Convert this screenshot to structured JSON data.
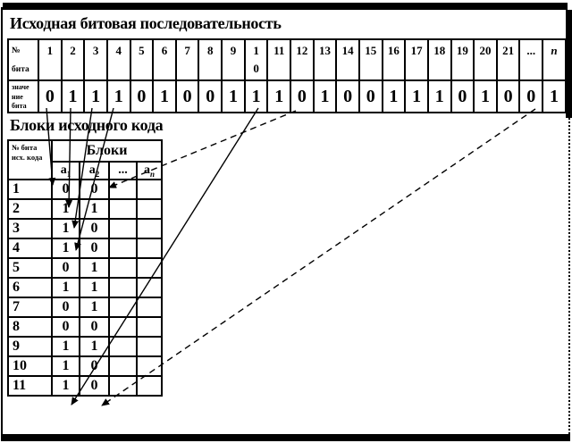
{
  "titles": {
    "sequence": "Исходная битовая последовательность",
    "blocks": "Блоки исходного кода"
  },
  "bit_table": {
    "row_headers": {
      "number_lines": [
        "№",
        "бита"
      ],
      "value_lines": [
        "значе",
        "ние",
        "бита"
      ]
    },
    "bit_numbers": [
      "1",
      "2",
      "3",
      "4",
      "5",
      "6",
      "7",
      "8",
      "9",
      "1\n0",
      "11",
      "12",
      "13",
      "14",
      "15",
      "16",
      "17",
      "18",
      "19",
      "20",
      "21",
      "...",
      "n"
    ],
    "bit_values": [
      "0",
      "1",
      "1",
      "1",
      "0",
      "1",
      "0",
      "0",
      "1",
      "1",
      "1",
      "0",
      "1",
      "0",
      "0",
      "1",
      "1",
      "1",
      "0",
      "1",
      "0",
      "0",
      "1"
    ]
  },
  "blocks_table": {
    "corner_lines": [
      "№ бита",
      "исх. кода"
    ],
    "group_header": "Блоки",
    "columns": [
      {
        "base": "a",
        "sub": "1"
      },
      {
        "base": "a",
        "sub": "2"
      },
      {
        "dots": "..."
      },
      {
        "base": "a",
        "sub": "n"
      }
    ],
    "rows": [
      {
        "num": "1",
        "cells": [
          "0",
          "0",
          "",
          ""
        ]
      },
      {
        "num": "2",
        "cells": [
          "1",
          "1",
          "",
          ""
        ]
      },
      {
        "num": "3",
        "cells": [
          "1",
          "0",
          "",
          ""
        ]
      },
      {
        "num": "4",
        "cells": [
          "1",
          "0",
          "",
          ""
        ]
      },
      {
        "num": "5",
        "cells": [
          "0",
          "1",
          "",
          ""
        ]
      },
      {
        "num": "6",
        "cells": [
          "1",
          "1",
          "",
          ""
        ]
      },
      {
        "num": "7",
        "cells": [
          "0",
          "1",
          "",
          ""
        ]
      },
      {
        "num": "8",
        "cells": [
          "0",
          "0",
          "",
          ""
        ]
      },
      {
        "num": "9",
        "cells": [
          "1",
          "1",
          "",
          ""
        ]
      },
      {
        "num": "10",
        "cells": [
          "1",
          "0",
          "",
          ""
        ]
      },
      {
        "num": "11",
        "cells": [
          "1",
          "0",
          "",
          ""
        ]
      }
    ]
  },
  "connectors": {
    "solid_arrows": [
      {
        "from_bit": "1",
        "to_block_row": "1",
        "to_block_col": "a1"
      },
      {
        "from_bit": "2",
        "to_block_row": "2",
        "to_block_col": "a1"
      },
      {
        "from_bit": "3",
        "to_block_row": "3",
        "to_block_col": "a1"
      },
      {
        "from_bit": "4",
        "to_block_row": "4",
        "to_block_col": "a1"
      },
      {
        "from_bit": "11",
        "to_block_row": "11",
        "to_block_col": "a1"
      }
    ],
    "dashed_arrows": [
      {
        "from_bit": "12",
        "to_block_row": "1",
        "to_block_col": "a2"
      },
      {
        "from_bit": "...",
        "to_block_row": "11",
        "to_block_col": "a2"
      }
    ]
  }
}
